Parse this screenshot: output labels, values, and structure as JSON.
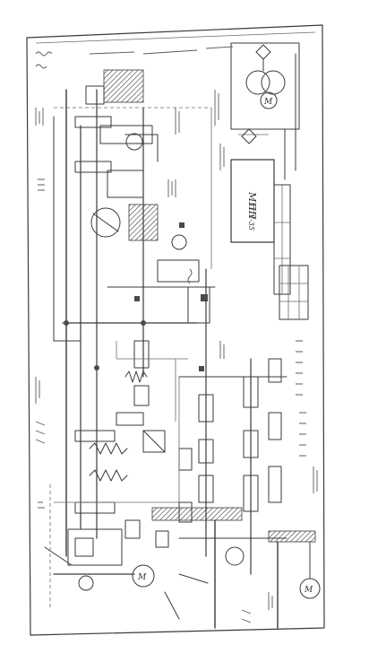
{
  "drawing": {
    "kind": "kinematic-electrical scheme (scanned, rotated 90°)",
    "title_strip": "",
    "labels": {
      "block_main": "МПП",
      "block_main_sub": "ТПУ-35",
      "motor_symbol": "М"
    }
  },
  "colors": {
    "paper": "#ffffff",
    "ink": "#3a3a3a",
    "ink_light": "#6a6a6a"
  }
}
